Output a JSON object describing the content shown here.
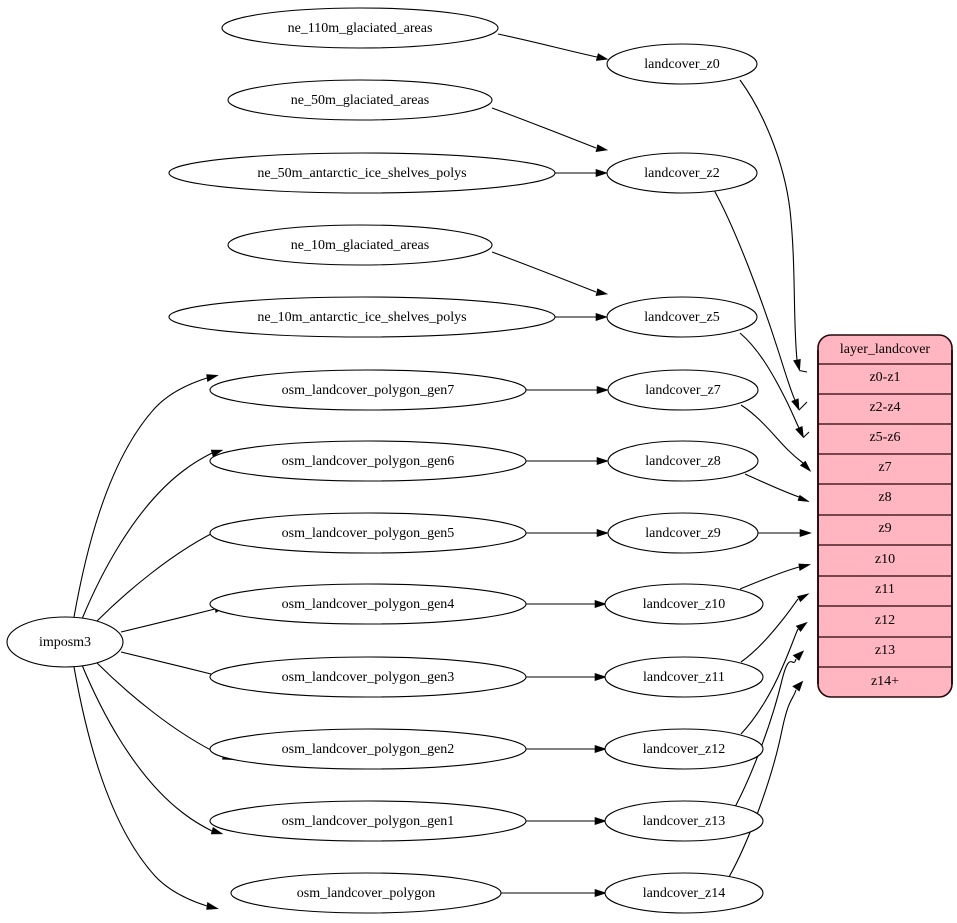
{
  "diagram": {
    "title": "landcover layer generalization graph",
    "background_color": "#ffffff",
    "edge_color": "#000000",
    "node_fill": "#ffffff",
    "node_stroke": "#000000",
    "table_fill": "#ffb6c1",
    "table_stroke": "#26080a"
  },
  "source_node": {
    "label": "imposm3"
  },
  "natural_earth_sources": [
    {
      "label": "ne_110m_glaciated_areas"
    },
    {
      "label": "ne_50m_glaciated_areas"
    },
    {
      "label": "ne_50m_antarctic_ice_shelves_polys"
    },
    {
      "label": "ne_10m_glaciated_areas"
    },
    {
      "label": "ne_10m_antarctic_ice_shelves_polys"
    }
  ],
  "osm_sources": [
    {
      "label": "osm_landcover_polygon_gen7"
    },
    {
      "label": "osm_landcover_polygon_gen6"
    },
    {
      "label": "osm_landcover_polygon_gen5"
    },
    {
      "label": "osm_landcover_polygon_gen4"
    },
    {
      "label": "osm_landcover_polygon_gen3"
    },
    {
      "label": "osm_landcover_polygon_gen2"
    },
    {
      "label": "osm_landcover_polygon_gen1"
    },
    {
      "label": "osm_landcover_polygon"
    }
  ],
  "landcover_nodes": [
    {
      "label": "landcover_z0"
    },
    {
      "label": "landcover_z2"
    },
    {
      "label": "landcover_z5"
    },
    {
      "label": "landcover_z7"
    },
    {
      "label": "landcover_z8"
    },
    {
      "label": "landcover_z9"
    },
    {
      "label": "landcover_z10"
    },
    {
      "label": "landcover_z11"
    },
    {
      "label": "landcover_z12"
    },
    {
      "label": "landcover_z13"
    },
    {
      "label": "landcover_z14"
    }
  ],
  "layer_table": {
    "header": "layer_landcover",
    "rows": [
      {
        "label": "z0-z1"
      },
      {
        "label": "z2-z4"
      },
      {
        "label": "z5-z6"
      },
      {
        "label": "z7"
      },
      {
        "label": "z8"
      },
      {
        "label": "z9"
      },
      {
        "label": "z10"
      },
      {
        "label": "z11"
      },
      {
        "label": "z12"
      },
      {
        "label": "z13"
      },
      {
        "label": "z14+"
      }
    ]
  }
}
